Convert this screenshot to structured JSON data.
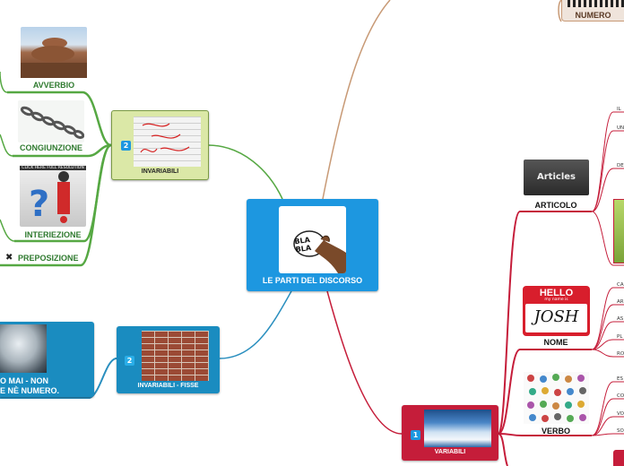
{
  "center": {
    "label": "LE PARTI DEL DISCORSO",
    "icon": "BLA BLA"
  },
  "invariabili": {
    "label": "INVARIABILI",
    "badge": "2",
    "children": [
      {
        "label": "AVVERBIO"
      },
      {
        "label": "CONGIUNZIONE"
      },
      {
        "label": "INTERIEZIONE",
        "image_text": "CLICK HERE FULL RESOLUTION"
      },
      {
        "label": "PREPOSIZIONE",
        "marker": "✖"
      }
    ]
  },
  "invariabili_fisse": {
    "label": "INVARIABILI - FISSE",
    "badge": "2",
    "child_label_line1": "O MAI - NON",
    "child_label_line2": "E NÈ NUMERO."
  },
  "variabili": {
    "label": "VARIABILI",
    "badge": "1",
    "children": [
      {
        "label": "ARTICOLO",
        "image_text": "Articles"
      },
      {
        "label": "NOME",
        "tag_line1": "HELLO",
        "tag_line2": "my name is",
        "tag_name": "JOSH"
      },
      {
        "label": "VERBO"
      }
    ]
  },
  "top_right": {
    "label": "NUMERO"
  },
  "edge_labels": {
    "articolo": [
      "IL",
      "UN",
      "DE"
    ],
    "nome": [
      "CA",
      "AR",
      "AS",
      "PL",
      "RO"
    ],
    "verbo": [
      "ES",
      "CO",
      "VO",
      "SO"
    ]
  },
  "colors": {
    "center": "#1d97e0",
    "invariabili_bg": "#dbe8a7",
    "invariabili_line": "#56a843",
    "fisse": "#1a8cc0",
    "fisse_line": "#2a8fbf",
    "variabili": "#c51d3a",
    "variabili_line": "#c51d3a",
    "top_line": "#c89a76"
  }
}
